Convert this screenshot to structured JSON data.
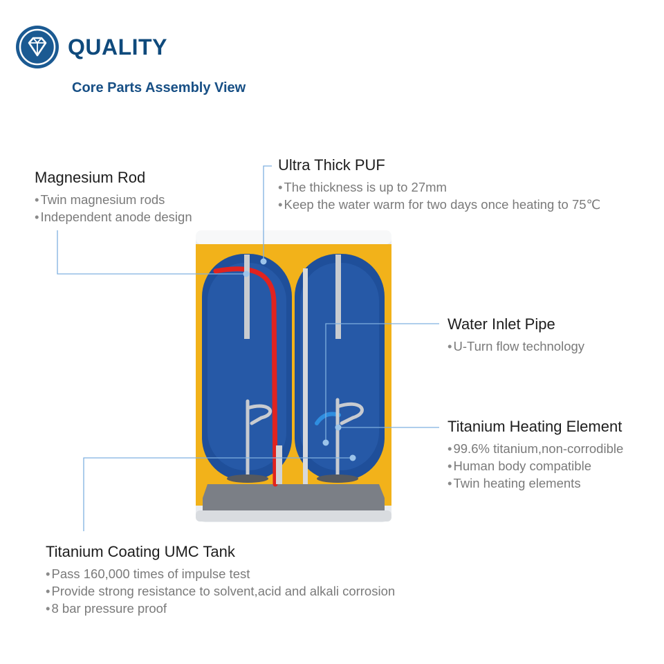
{
  "header": {
    "brand": "QUALITY",
    "subtitle": "Core Parts Assembly View",
    "badge_icon": "diamond-icon",
    "colors": {
      "brand": "#0f4a7c",
      "badge": "#1b5a92"
    }
  },
  "callouts": {
    "magnesium_rod": {
      "title": "Magnesium Rod",
      "items": [
        "Twin magnesium rods",
        "Independent anode design"
      ]
    },
    "ultra_thick_puf": {
      "title": "Ultra Thick PUF",
      "items": [
        "The thickness is up to 27mm",
        "Keep the water warm for two days once heating to 75℃"
      ]
    },
    "water_inlet_pipe": {
      "title": "Water Inlet Pipe",
      "items": [
        "U-Turn flow technology"
      ]
    },
    "titanium_heating_element": {
      "title": "Titanium Heating Element",
      "items": [
        "99.6%  titanium,non-corrodible",
        "Human body compatible",
        "Twin heating elements"
      ]
    },
    "titanium_coating_tank": {
      "title": "Titanium Coating UMC Tank",
      "items": [
        "Pass 160,000 times of impulse test",
        "Provide strong resistance to solvent,acid and alkali corrosion",
        "8 bar pressure proof"
      ]
    }
  },
  "colors": {
    "insulation": "#f2b21a",
    "tank": "#1f4f9a",
    "hot_pipe": "#e0231f",
    "cold_pipe": "#2f8ee0",
    "leader_line": "#7fb0e0",
    "casing": "#e9ecef"
  }
}
